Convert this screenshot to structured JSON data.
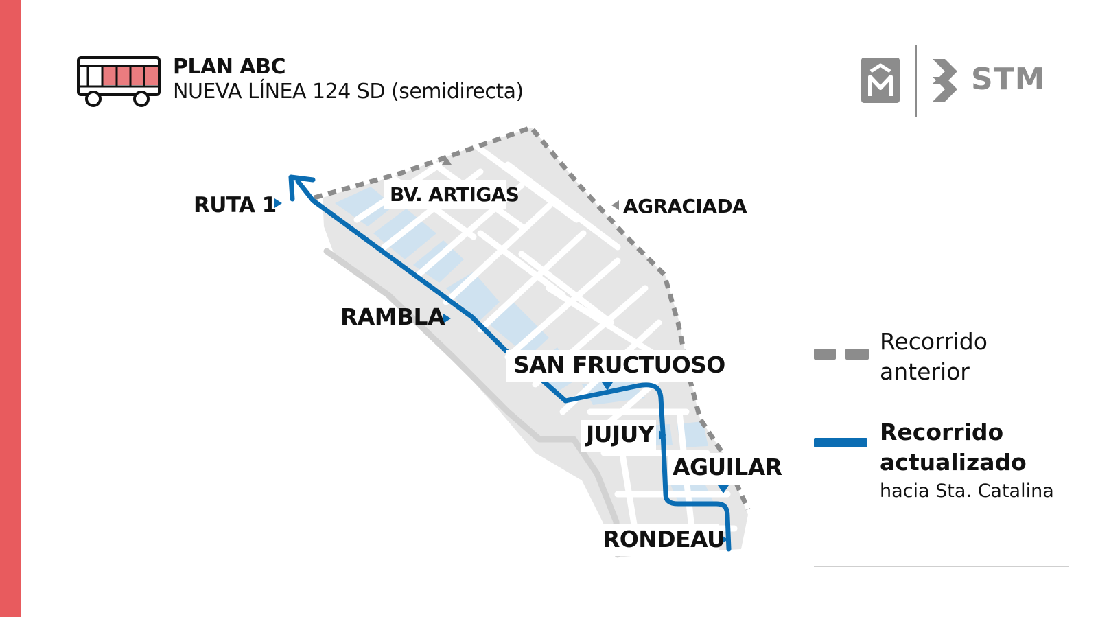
{
  "header": {
    "title": "PLAN ABC",
    "subtitle": "NUEVA LÍNEA 124 SD (semidirecta)"
  },
  "brand": {
    "logo_text": "STM",
    "accent_color": "#e85b5e",
    "route_color": "#0b6db3",
    "previous_route_color": "#8c8c8c",
    "area_highlight_color": "#cfe2f0"
  },
  "map": {
    "labels": {
      "ruta1": "RUTA 1",
      "artigas": "BV. ARTIGAS",
      "agraciada": "AGRACIADA",
      "rambla": "RAMBLA",
      "san_fructuoso": "SAN FRUCTUOSO",
      "jujuy": "JUJUY",
      "aguilar": "AGUILAR",
      "rondeau": "RONDEAU"
    }
  },
  "legend": {
    "previous": {
      "line1": "Recorrido",
      "line2": "anterior"
    },
    "updated": {
      "line1": "Recorrido",
      "line2": "actualizado",
      "note": "hacia Sta. Catalina"
    }
  },
  "icons": [
    "bus-icon",
    "intendencia-m-logo-icon",
    "stm-logo-icon",
    "route-arrow-icon",
    "pointer-triangle-icon"
  ]
}
